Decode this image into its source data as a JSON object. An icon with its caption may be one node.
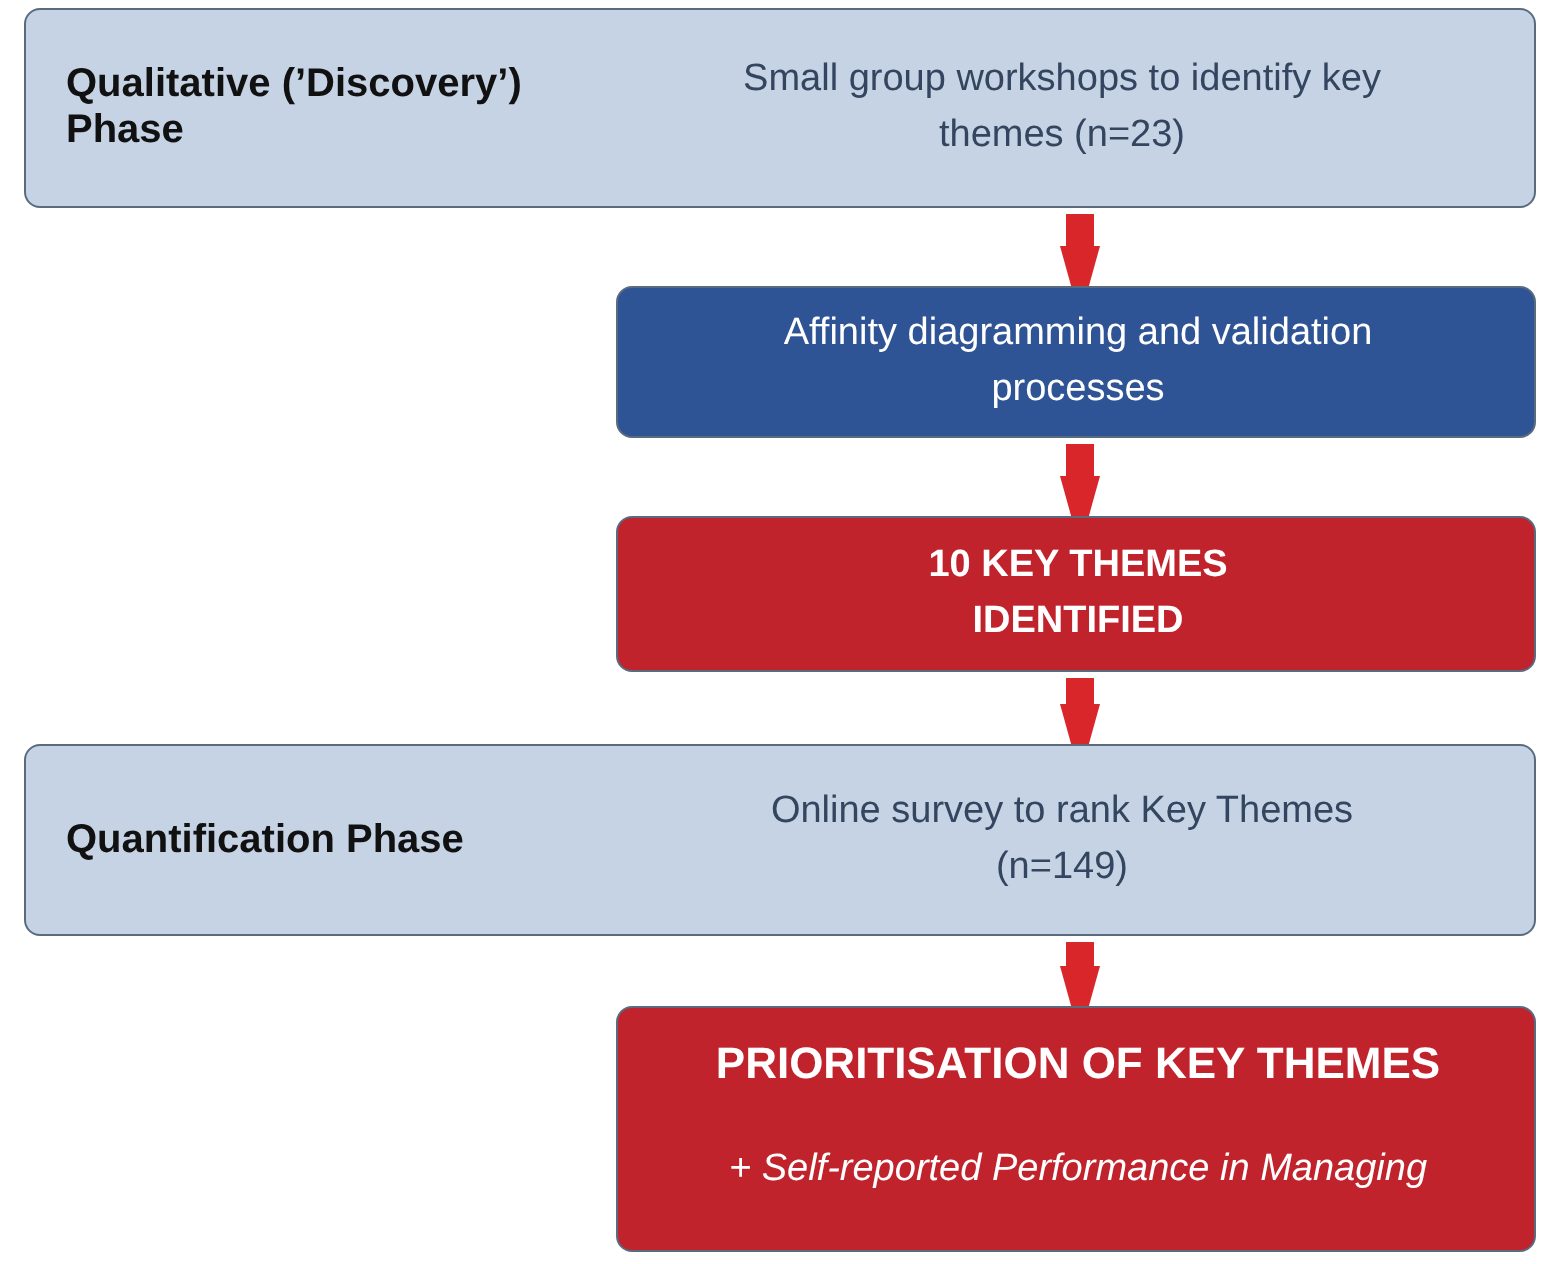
{
  "diagram": {
    "nodes": [
      {
        "text": [
          "Qualitative (’Discovery’) Phase",
          "Small group workshops to identify key themes (n=23)"
        ]
      },
      {
        "text": [
          "Affinity diagramming and validation processes"
        ]
      },
      {
        "text": [
          "10 KEY THEMES IDENTIFIED"
        ]
      },
      {
        "text": [
          "Quantification Phase",
          "Online survey to rank Key Themes (n=149)"
        ]
      },
      {
        "text": [
          "PRIORITISATION OF KEY THEMES",
          "+ Self-reported Performance in Managing"
        ]
      }
    ],
    "edges": [
      {
        "from": 0,
        "to": 1,
        "arrow": "to"
      },
      {
        "from": 1,
        "to": 2,
        "arrow": "to"
      },
      {
        "from": 2,
        "to": 3,
        "arrow": "to"
      },
      {
        "from": 3,
        "to": 4,
        "arrow": "to"
      }
    ]
  }
}
